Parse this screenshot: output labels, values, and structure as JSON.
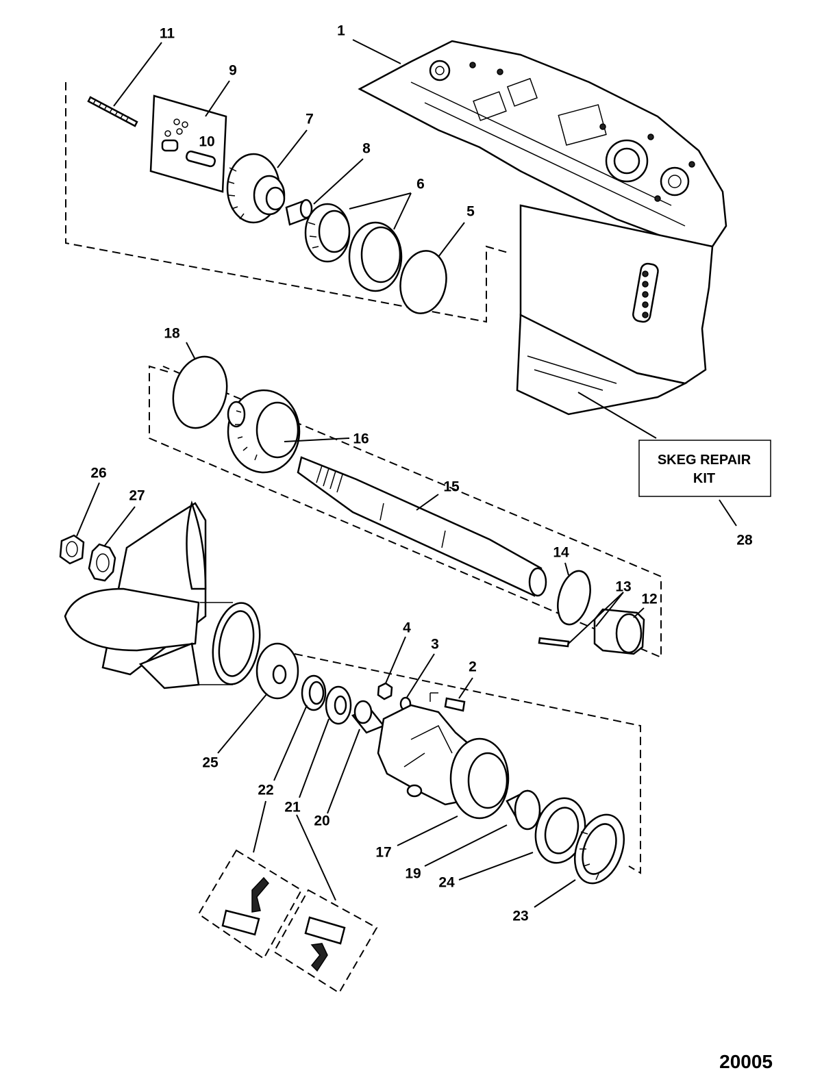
{
  "callouts": {
    "c1": "1",
    "c2": "2",
    "c3": "3",
    "c4": "4",
    "c5": "5",
    "c6": "6",
    "c7": "7",
    "c8": "8",
    "c9": "9",
    "c10": "10",
    "c11": "11",
    "c12": "12",
    "c13": "13",
    "c14": "14",
    "c15": "15",
    "c16": "16",
    "c17": "17",
    "c18": "18",
    "c19": "19",
    "c20": "20",
    "c21a": "21",
    "c21b": "21",
    "c22a": "22",
    "c22b": "22",
    "c23": "23",
    "c24": "24",
    "c25": "25",
    "c26": "26",
    "c27": "27",
    "c28": "28"
  },
  "kit_box": {
    "line1": "SKEG REPAIR",
    "line2": "KIT"
  },
  "figure_id": "20005"
}
